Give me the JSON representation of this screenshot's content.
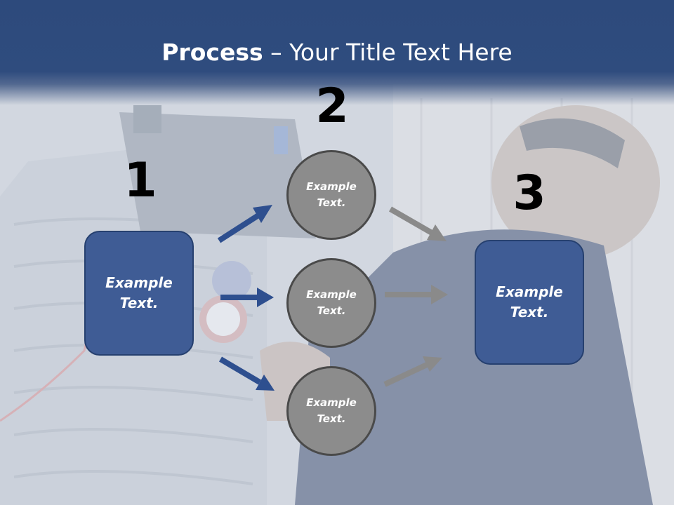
{
  "title": {
    "bold": "Process",
    "rest": " – Your Title Text Here"
  },
  "steps": [
    {
      "number": "1",
      "text": "Example Text."
    },
    {
      "number": "2",
      "nodes": [
        "Example Text.",
        "Example Text.",
        "Example Text."
      ]
    },
    {
      "number": "3",
      "text": "Example Text."
    }
  ],
  "colors": {
    "header": "#2f4c7e",
    "box_fill": "#3f5c95",
    "circle_fill": "#8c8c8c",
    "blue_arrow": "#2e4f8f",
    "gray_arrow": "#8a8a8a"
  }
}
